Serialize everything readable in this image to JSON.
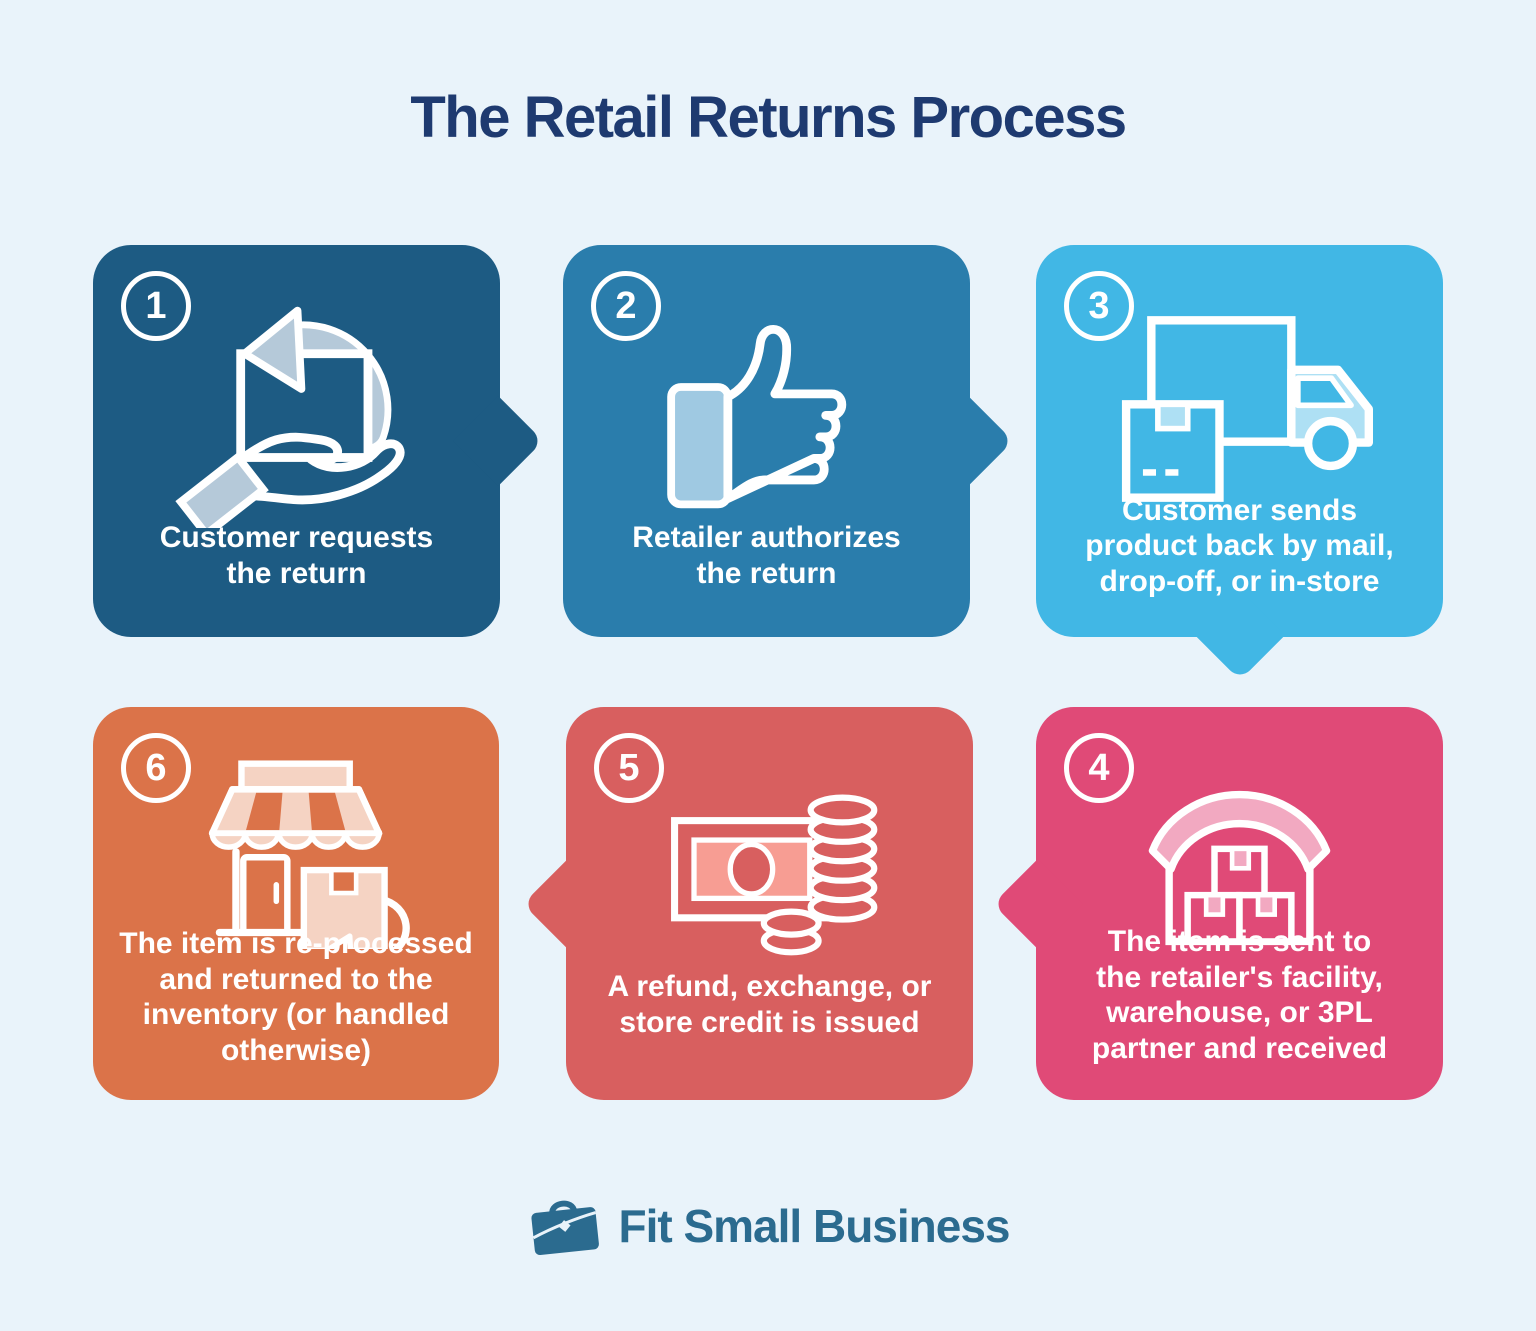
{
  "title": "The Retail Returns Process",
  "steps": [
    {
      "number": "1",
      "label": "Customer requests\nthe return",
      "icon": "hand-box-return-icon",
      "color": "#1d5b83",
      "accent": "#b5c9d9",
      "arrow": "right"
    },
    {
      "number": "2",
      "label": "Retailer authorizes\nthe return",
      "icon": "thumbs-up-icon",
      "color": "#2a7dac",
      "accent": "#9fc9e2",
      "arrow": "right"
    },
    {
      "number": "3",
      "label": "Customer sends\nproduct back by mail,\ndrop-off, or in-store",
      "icon": "delivery-truck-icon",
      "color": "#41b7e5",
      "accent": "#aee0f4",
      "arrow": "down"
    },
    {
      "number": "4",
      "label": "The item is sent to\nthe retailer's facility,\nwarehouse, or 3PL\npartner and received",
      "icon": "warehouse-icon",
      "color": "#e04a77",
      "accent": "#f2a9c1",
      "arrow": "left"
    },
    {
      "number": "5",
      "label": "A refund, exchange, or\nstore credit is issued",
      "icon": "money-coins-icon",
      "color": "#d85f5f",
      "accent": "#f79d93",
      "arrow": "left"
    },
    {
      "number": "6",
      "label": "The item is re-processed\nand returned to the\ninventory (or handled\notherwise)",
      "icon": "storefront-return-icon",
      "color": "#db7349",
      "accent": "#f5d3c3",
      "arrow": "none"
    }
  ],
  "footer": {
    "logo_text": "Fit Small Business",
    "logo_color": "#2b6b8f"
  },
  "colors": {
    "background": "#e9f3fa",
    "title": "#1e3a70",
    "text_on_boxes": "#ffffff"
  }
}
